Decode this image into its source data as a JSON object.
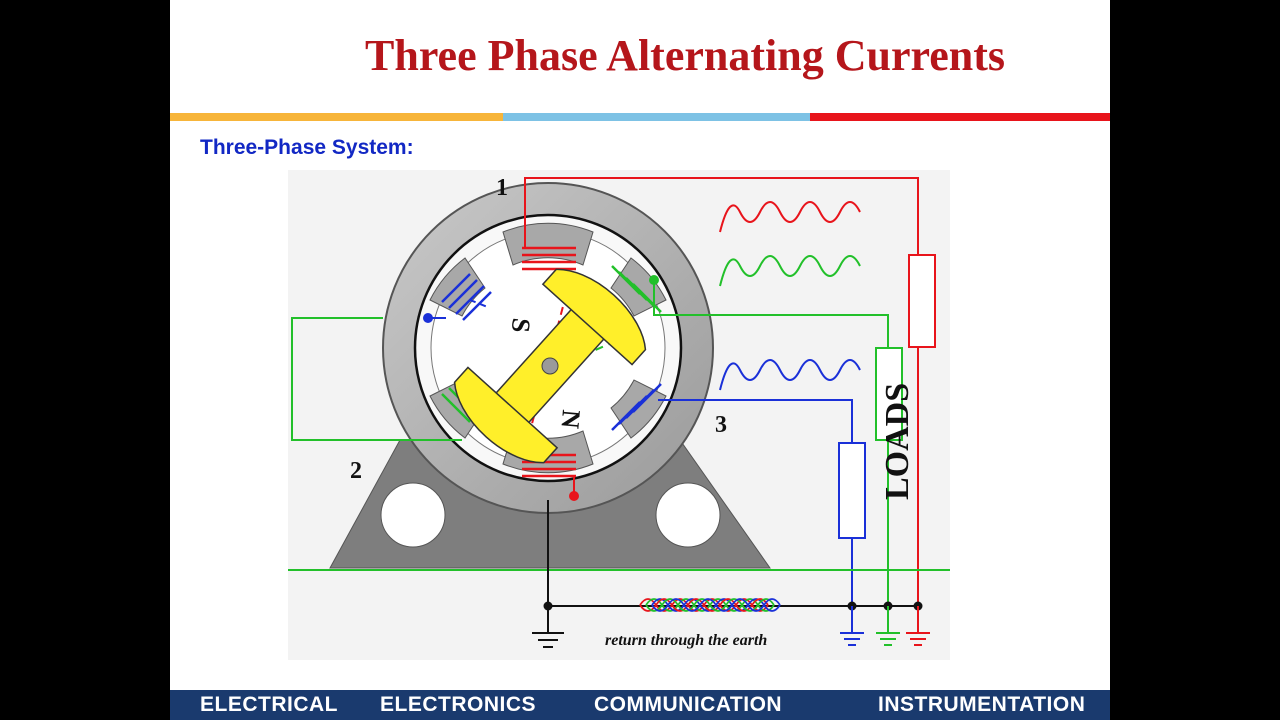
{
  "slide": {
    "title": "Three Phase Alternating Currents",
    "subtitle": "Three-Phase System:"
  },
  "diagram": {
    "phase_labels": [
      "1",
      "2",
      "3"
    ],
    "rotor_poles": [
      "S",
      "N"
    ],
    "loads_label": "LOADS",
    "earth_caption": "return through the earth",
    "phase_colors": {
      "phase1": "#e8141b",
      "phase2": "#22c02a",
      "phase3": "#1a30d8"
    }
  },
  "footer": {
    "items": [
      "ELECTRICAL",
      "ELECTRONICS",
      "COMMUNICATION",
      "INSTRUMENTATION"
    ]
  }
}
